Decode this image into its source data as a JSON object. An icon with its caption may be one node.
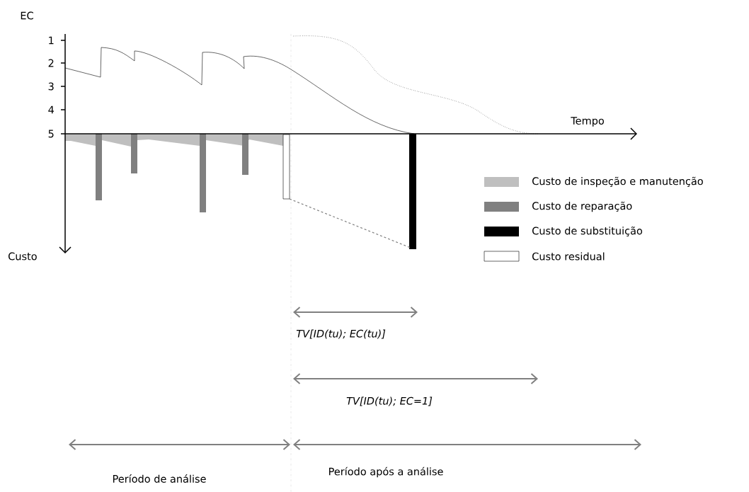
{
  "diagram": {
    "labels": [
      "EC",
      "1",
      "2",
      "3",
      "4",
      "5",
      "Tempo",
      "Custo",
      "TV[ID(tu); EC(tu)]",
      "TV[ID(tu); EC=1]",
      "Período de análise",
      "Período após a análise"
    ],
    "legend": [
      {
        "text": "Custo de inspeção e manutenção",
        "color": "#bfbfbf"
      },
      {
        "text": "Custo de reparação",
        "color": "#808080"
      },
      {
        "text": "Custo de substituição",
        "color": "#000000"
      },
      {
        "text": "Custo residual"
      }
    ]
  }
}
